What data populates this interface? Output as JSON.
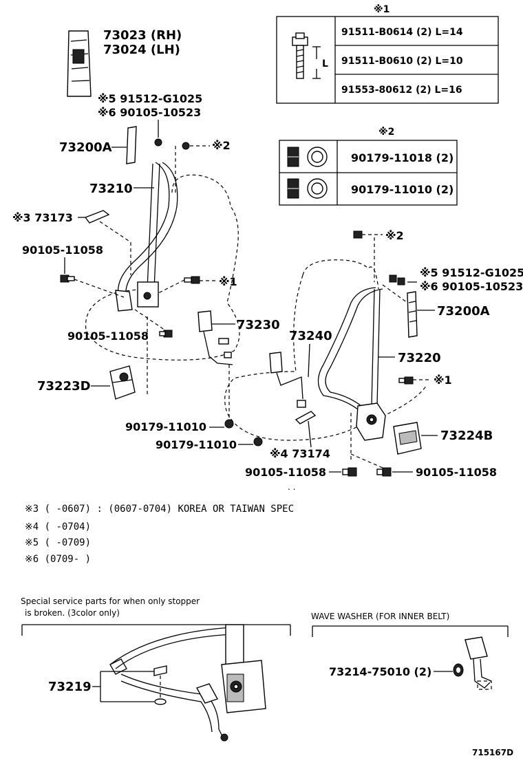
{
  "labels": {
    "pillar_rh": "73023 (RH)",
    "pillar_lh": "73024 (LH)",
    "ref5_left": "※5 91512-G1025",
    "ref6_left": "※6 90105-10523",
    "anchor_left": "73200A",
    "ref2_left": "※2",
    "belt_left": "73210",
    "ref3": "※3 73173",
    "bolt_left_top": "90105-11058",
    "ref1_left": "※1",
    "bolt_left_bottom": "90105-11058",
    "buckle_left": "73230",
    "retractor_left": "73223D",
    "nut_1": "90179-11010",
    "nut_2": "90179-11010",
    "buckle_right": "73240",
    "ref2_right": "※2",
    "ref5_right": "※5 91512-G1025",
    "ref6_right": "※6 90105-10523",
    "anchor_right": "73200A",
    "belt_right": "73220",
    "ref1_right": "※1",
    "retractor_right": "73224B",
    "ref4": "※4 73174",
    "bolt_bottom_center": "90105-11058",
    "bolt_bottom_right": "90105-11058",
    "stopper": "73219",
    "wave_washer_part": "73214-75010 (2)",
    "diagram_id": "715167D"
  },
  "table1": {
    "title": "※1",
    "length_symbol": "L",
    "rows": [
      "91511-B0614 (2) L=14",
      "91511-B0610 (2) L=10",
      "91553-80612 (2) L=16"
    ]
  },
  "table2": {
    "title": "※2",
    "rows": [
      "90179-11018 (2)",
      "90179-11010 (2)"
    ]
  },
  "notes": [
    "※3 (      -0607) : (0607-0704) KOREA OR TAIWAN SPEC",
    "※4 (      -0704)",
    "※5 (      -0709)",
    "※6 (0709-       )"
  ],
  "inset_left": {
    "caption_line1": "Special service parts for when only stopper",
    "caption_line2": "is broken. (3color only)"
  },
  "inset_right": {
    "caption": "WAVE WASHER (FOR INNER BELT)"
  }
}
